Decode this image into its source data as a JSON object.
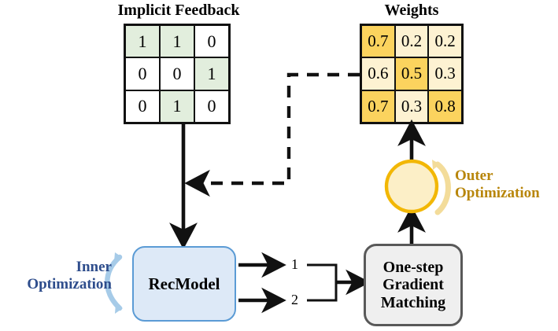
{
  "diagram": {
    "title_left": "Implicit Feedback",
    "title_right": "Weights",
    "feedback_matrix": {
      "name": "implicit-feedback-matrix",
      "rows": [
        [
          {
            "value": "1",
            "highlight": true
          },
          {
            "value": "1",
            "highlight": true
          },
          {
            "value": "0",
            "highlight": false
          }
        ],
        [
          {
            "value": "0",
            "highlight": false
          },
          {
            "value": "0",
            "highlight": false
          },
          {
            "value": "1",
            "highlight": true
          }
        ],
        [
          {
            "value": "0",
            "highlight": false
          },
          {
            "value": "1",
            "highlight": true
          },
          {
            "value": "0",
            "highlight": false
          }
        ]
      ]
    },
    "weights_matrix": {
      "name": "weights-matrix",
      "rows": [
        [
          {
            "value": "0.7",
            "highlight": true
          },
          {
            "value": "0.2",
            "highlight": false
          },
          {
            "value": "0.2",
            "highlight": false
          }
        ],
        [
          {
            "value": "0.6",
            "highlight": false
          },
          {
            "value": "0.5",
            "highlight": true
          },
          {
            "value": "0.3",
            "highlight": false
          }
        ],
        [
          {
            "value": "0.7",
            "highlight": true
          },
          {
            "value": "0.3",
            "highlight": false
          },
          {
            "value": "0.8",
            "highlight": true
          }
        ]
      ]
    },
    "recmodel_label": "RecModel",
    "gradient_box_line1": "One-step",
    "gradient_box_line2": "Gradient",
    "gradient_box_line3": "Matching",
    "inner_opt_line1": "Inner",
    "inner_opt_line2": "Optimization",
    "outer_opt_line1": "Outer",
    "outer_opt_line2": "Optimization",
    "branch_label_1": "1",
    "branch_label_2": "2",
    "colors": {
      "feedback_highlight": "#e2eedd",
      "weights_light": "#fdf2d2",
      "weights_highlight": "#fbd35e",
      "recmodel_fill": "#dde9f7",
      "recmodel_border": "#5b9bd5",
      "gradbox_fill": "#efefef",
      "gradbox_border": "#595959",
      "inner_text": "#2e4d8c",
      "outer_text": "#b8860b",
      "circle_border": "#f2b705",
      "circle_fill": "#fcefc7",
      "stroke": "#111111"
    }
  }
}
